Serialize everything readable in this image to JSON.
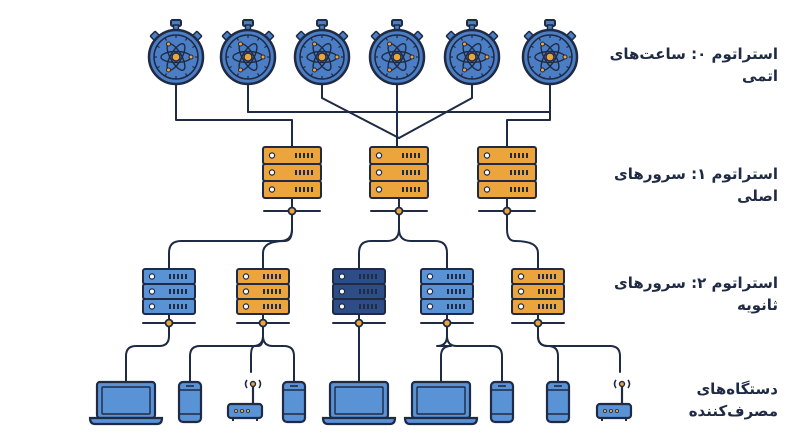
{
  "labels": {
    "stratum0": "استراتوم ۰: ساعت‌های اتمی",
    "stratum1": "استراتوم ۱: سرورهای اصلی",
    "stratum2_line1": "استراتوم ۲: سرورهای",
    "stratum2_line2": "ثانویه",
    "clients_line1": "دستگاه‌های",
    "clients_line2": "مصرف‌کننده"
  },
  "colors": {
    "line": "#1f2a44",
    "clock_blue": "#4b7ec4",
    "server_orange": "#eba53c",
    "server_light_blue": "#5a92d6",
    "server_dark_blue": "#2c4d86",
    "device_blue": "#5a92d6",
    "accent_orange": "#eba53c"
  },
  "icons": {
    "clock": "atomic-stopwatch-icon",
    "server": "server-rack-icon",
    "laptop": "laptop-icon",
    "phone": "smartphone-icon",
    "router": "wifi-router-icon"
  }
}
